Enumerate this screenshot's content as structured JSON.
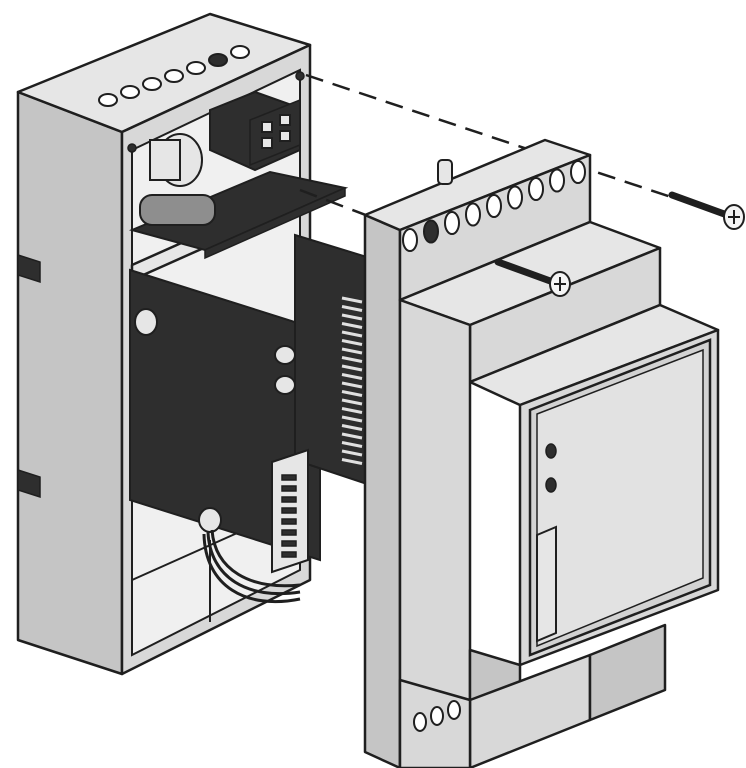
{
  "diagram": {
    "type": "exploded-isometric-view",
    "colors": {
      "line": "#1f1f1f",
      "housing_face": "#d8d8d8",
      "housing_side": "#c5c5c5",
      "housing_top": "#e6e6e6",
      "interior": "#f0f0f0",
      "pcb": "#2e2e2e",
      "front_face": "#d2d2d2",
      "window": "#e2e2e2",
      "screw": "#f5f5f5"
    },
    "icons": {
      "screw": "screw-icon",
      "terminal": "terminal-hole-icon"
    },
    "base_terminals_count": 7,
    "cover_terminals_count": 9,
    "screws_count": 2
  }
}
